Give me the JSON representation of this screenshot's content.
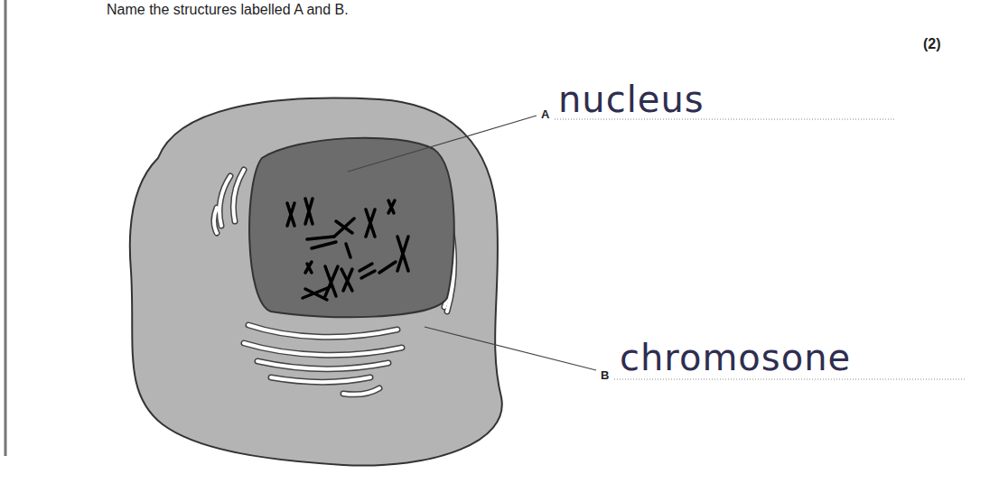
{
  "diagram": {
    "title": "Name the structures labelled A and B.",
    "labels": [
      "(2)",
      "A",
      "nucleus",
      "B",
      "chromosone"
    ]
  }
}
